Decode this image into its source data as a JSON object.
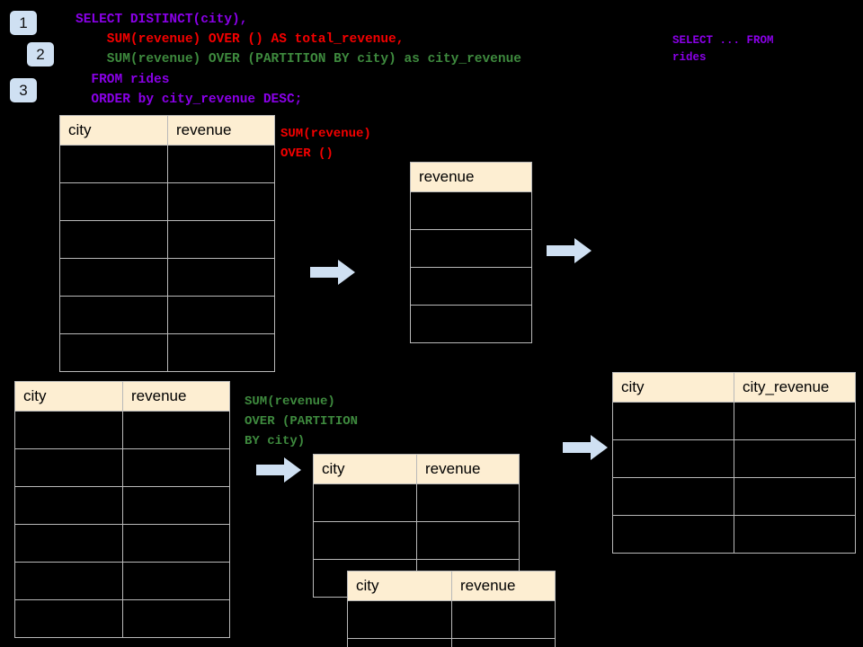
{
  "page": {
    "background": "#000000",
    "accent_blue": "#cfe0f2",
    "header_fill": "#fdeed2",
    "grid_color": "#b9b9b9"
  },
  "step_badges": [
    {
      "label": "1"
    },
    {
      "label": "2"
    },
    {
      "label": "3"
    }
  ],
  "sql_query": {
    "lines": [
      {
        "text": "SELECT DISTINCT(city),",
        "color": "#8a00e8"
      },
      {
        "text": "    SUM(revenue) OVER () AS total_revenue,",
        "color": "#f40000"
      },
      {
        "text": "    SUM(revenue) OVER (PARTITION BY city) as city_revenue",
        "color": "#3e8a3e"
      },
      {
        "text": "  FROM rides",
        "color": "#8a00e8"
      },
      {
        "text": "  ORDER by city_revenue DESC;",
        "color": "#8a00e8"
      }
    ]
  },
  "annotations": {
    "source_note": "SELECT ... FROM\nrides",
    "total_revenue_label": "SUM(revenue)\nOVER ()",
    "total_revenue_color": "#f40000",
    "city_revenue_label": "SUM(revenue)\nOVER (PARTITION\nBY city)",
    "city_revenue_color": "#3e8a3e"
  },
  "tables": {
    "rides_top": {
      "name": "rides-top",
      "columns": [
        "city",
        "revenue"
      ],
      "row_count": 6,
      "rows": [
        [
          "",
          ""
        ],
        [
          "",
          ""
        ],
        [
          "",
          ""
        ],
        [
          "",
          ""
        ],
        [
          "",
          ""
        ],
        [
          "",
          ""
        ]
      ]
    },
    "total_revenue": {
      "name": "total-revenue",
      "columns": [
        "revenue"
      ],
      "row_count": 4,
      "rows": [
        [
          ""
        ],
        [
          ""
        ],
        [
          ""
        ],
        [
          ""
        ]
      ]
    },
    "rides_bottom": {
      "name": "rides-bottom",
      "columns": [
        "city",
        "revenue"
      ],
      "row_count": 6,
      "rows": [
        [
          "",
          ""
        ],
        [
          "",
          ""
        ],
        [
          "",
          ""
        ],
        [
          "",
          ""
        ],
        [
          "",
          ""
        ],
        [
          "",
          ""
        ]
      ]
    },
    "partition_back": {
      "name": "partition-back",
      "columns": [
        "city",
        "revenue"
      ],
      "row_count": 3,
      "rows": [
        [
          "",
          ""
        ],
        [
          "",
          ""
        ],
        [
          "",
          ""
        ]
      ]
    },
    "partition_front": {
      "name": "partition-front",
      "columns": [
        "city",
        "revenue"
      ],
      "row_count": 2,
      "rows": [
        [
          "",
          ""
        ],
        [
          "",
          ""
        ]
      ]
    },
    "result": {
      "name": "result",
      "columns": [
        "city",
        "city_revenue"
      ],
      "row_count": 4,
      "rows": [
        [
          "",
          ""
        ],
        [
          "",
          ""
        ],
        [
          "",
          ""
        ],
        [
          "",
          ""
        ]
      ]
    }
  },
  "arrows": [
    {
      "name": "arrow-rides-to-total"
    },
    {
      "name": "arrow-total-to-result"
    },
    {
      "name": "arrow-rides-to-partition"
    },
    {
      "name": "arrow-partition-to-result"
    }
  ]
}
